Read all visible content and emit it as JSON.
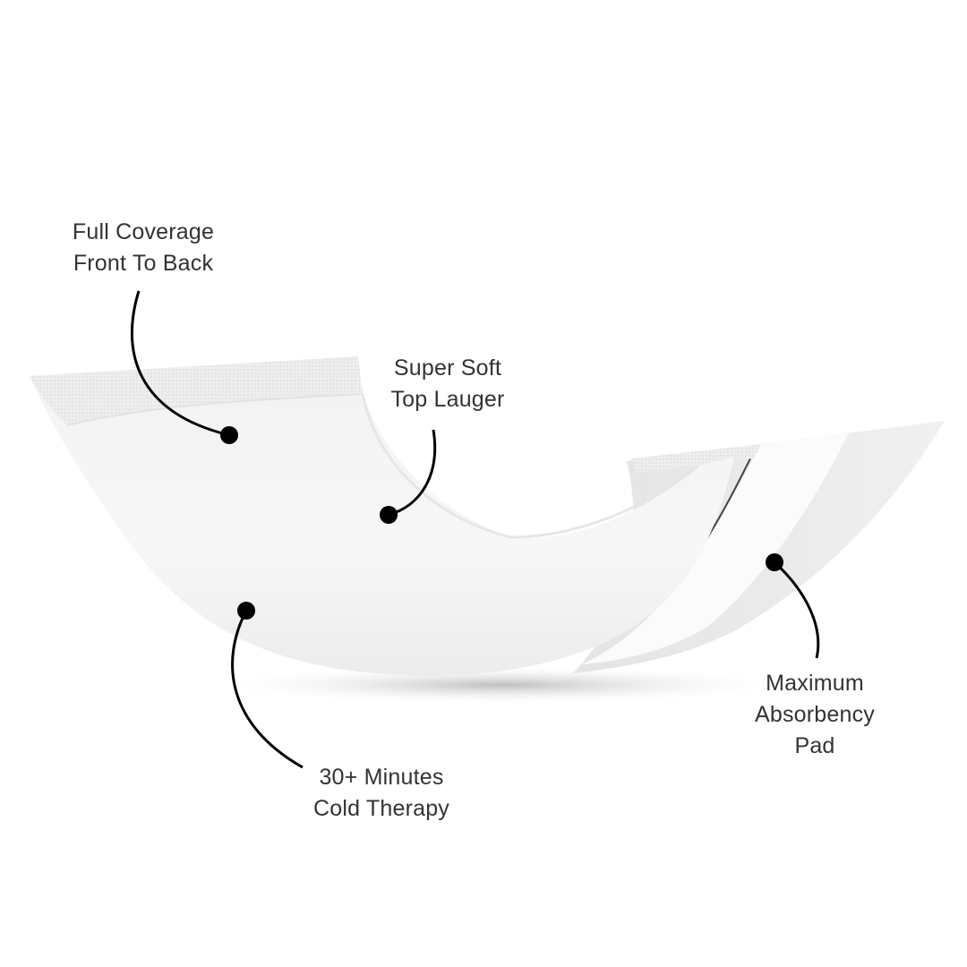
{
  "background_color": "#ffffff",
  "text_color": "#333333",
  "callout_color": "#000000",
  "product": {
    "name": "cooling-pad",
    "colors": {
      "top_layer": "#f4f4f4",
      "edge_band": "#ebebeb",
      "stripe": "#fafafa",
      "shadow": "#9a9a9a"
    }
  },
  "callouts": [
    {
      "id": "full-coverage",
      "lines": [
        "Full Coverage",
        "Front To Back"
      ]
    },
    {
      "id": "super-soft",
      "lines": [
        "Super Soft",
        "Top Lauger"
      ]
    },
    {
      "id": "cold-therapy",
      "lines": [
        "30+ Minutes",
        "Cold Therapy"
      ]
    },
    {
      "id": "absorbency",
      "lines": [
        "Maximum",
        "Absorbency",
        "Pad"
      ]
    }
  ]
}
